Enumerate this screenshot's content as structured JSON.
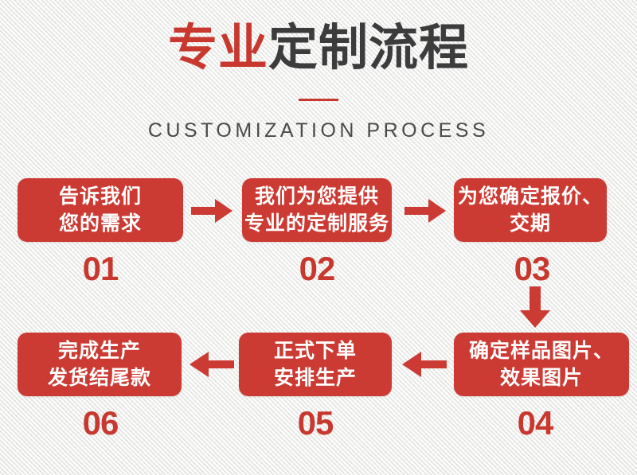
{
  "header": {
    "title_red": "专业",
    "title_dark": "定制流程",
    "subtitle": "CUSTOMIZATION PROCESS"
  },
  "colors": {
    "brand_red": "#cc3b33",
    "title_red": "#c8382f",
    "title_dark": "#3c3c3c",
    "box_text": "#ffffff",
    "background": "#f2f2f0",
    "subtitle_gray": "#4a4a4a"
  },
  "steps": [
    {
      "number": "01",
      "line1": "告诉我们",
      "line2": "您的需求"
    },
    {
      "number": "02",
      "line1": "我们为您提供",
      "line2": "专业的定制服务"
    },
    {
      "number": "03",
      "line1": "为您确定报价、",
      "line2": "交期"
    },
    {
      "number": "04",
      "line1": "确定样品图片、",
      "line2": "效果图片"
    },
    {
      "number": "05",
      "line1": "正式下单",
      "line2": "安排生产"
    },
    {
      "number": "06",
      "line1": "完成生产",
      "line2": "发货结尾款"
    }
  ],
  "arrows": [
    {
      "name": "arrow-right-01-to-02",
      "direction": "right"
    },
    {
      "name": "arrow-right-02-to-03",
      "direction": "right"
    },
    {
      "name": "arrow-down-03-to-04",
      "direction": "down"
    },
    {
      "name": "arrow-left-04-to-05",
      "direction": "left"
    },
    {
      "name": "arrow-left-05-to-06",
      "direction": "left"
    }
  ]
}
